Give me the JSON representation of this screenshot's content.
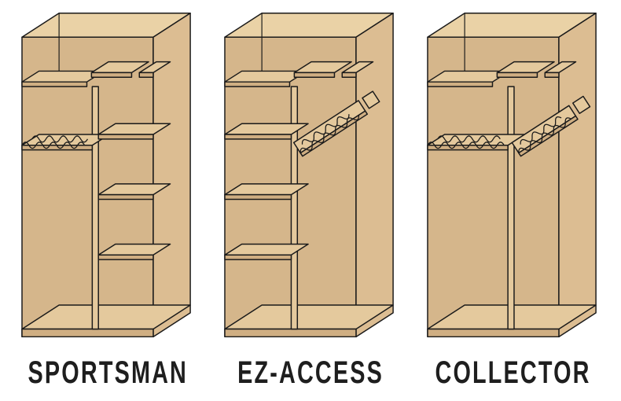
{
  "colors": {
    "background": "#ffffff",
    "outline": "#1a1a1a",
    "wood_top": "#ead2a6",
    "wood_side": "#dcbd92",
    "wood_back": "#d5b68b",
    "wood_board": "#e4c99d",
    "wood_edge": "#cfae82",
    "label": "#1e1e1e"
  },
  "cabinets": [
    {
      "label": "SPORTSMAN",
      "left_bay": "gun-rack",
      "right_bay": "shelves"
    },
    {
      "label": "EZ-ACCESS",
      "left_bay": "shelves",
      "right_bay": "gun-rack"
    },
    {
      "label": "COLLECTOR",
      "left_bay": "gun-rack",
      "right_bay": "gun-rack"
    }
  ]
}
